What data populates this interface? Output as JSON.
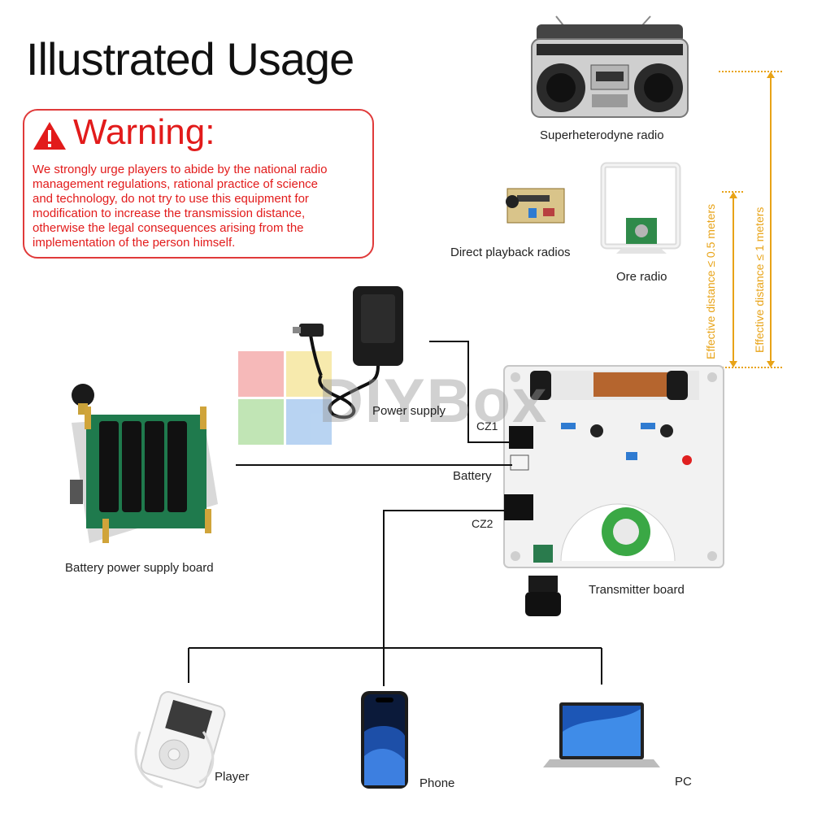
{
  "header": {
    "title": "Illustrated Usage"
  },
  "warning": {
    "heading": "Warning:",
    "lines": [
      "We strongly urge players to abide by the national radio",
      "management regulations, rational practice of science",
      "and technology, do not try to use this equipment for",
      "modification to increase the transmission distance,",
      "otherwise the legal consequences arising from the",
      "implementation of the person himself."
    ]
  },
  "receivers": {
    "superheterodyne": "Superheterodyne radio",
    "direct_playback": "Direct playback radios",
    "ore": "Ore radio"
  },
  "distance": {
    "half_meter": "Effective distance ≤ 0.5 meters",
    "one_meter": "Effective distance ≤ 1 meters"
  },
  "watermark": "DIYBox",
  "components": {
    "power_supply": "Power supply",
    "battery": "Battery",
    "battery_board": "Battery power supply board",
    "transmitter": "Transmitter board",
    "cz1": "CZ1",
    "cz2": "CZ2"
  },
  "sources": {
    "player": "Player",
    "phone": "Phone",
    "pc": "PC"
  },
  "colors": {
    "warning_red": "#e21b1b",
    "distance_orange": "#e8a317",
    "board_green": "#1f7a4d",
    "knob_green": "#3aa845"
  }
}
